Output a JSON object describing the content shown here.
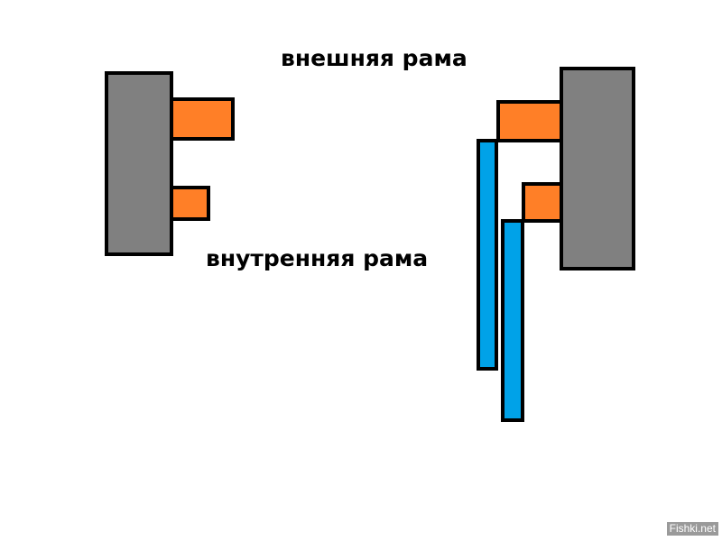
{
  "labels": {
    "outer_frame": "внешняя рама",
    "inner_frame": "внутренняя рама"
  },
  "watermark": "Fishki.net",
  "colors": {
    "frame": "#808080",
    "bracket": "#ff7f27",
    "rail": "#00a2e8",
    "outline": "#000000",
    "background": "#ffffff"
  }
}
